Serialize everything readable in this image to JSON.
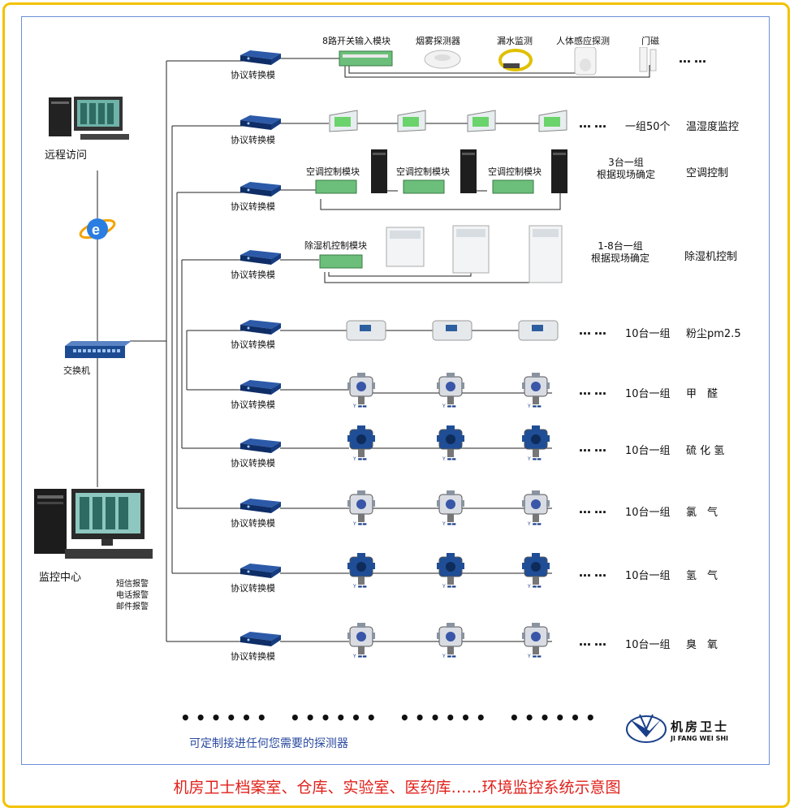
{
  "caption": "机房卫士档案室、仓库、实验室、医药库……环境监控系统示意图",
  "note": "可定制接进任何您需要的探测器",
  "brand": {
    "cn": "机房卫士",
    "en": "JI FANG WEI SHI"
  },
  "left": {
    "remote": "远程访问",
    "switch": "交换机",
    "center": "监控中心",
    "alarms": [
      "短信报警",
      "电话报警",
      "邮件报警"
    ]
  },
  "converter_label": "协议转换模",
  "ellipsis": "……",
  "rows": [
    {
      "id": "r1",
      "devices": [
        "8路开关输入模块",
        "烟雾探测器",
        "漏水监测",
        "人体感应探测",
        "门磁"
      ],
      "count": "",
      "type": ""
    },
    {
      "id": "r2",
      "count": "一组50个",
      "type": "温湿度监控"
    },
    {
      "id": "r3",
      "modules": [
        "空调控制模块",
        "空调控制模块",
        "空调控制模块"
      ],
      "count_lines": [
        "3台一组",
        "根据现场确定"
      ],
      "type": "空调控制"
    },
    {
      "id": "r4",
      "modules": [
        "除湿机控制模块"
      ],
      "count_lines": [
        "1-8台一组",
        "根据现场确定"
      ],
      "type": "除湿机控制"
    },
    {
      "id": "r5",
      "count": "10台一组",
      "type": "粉尘pm2.5"
    },
    {
      "id": "r6",
      "count": "10台一组",
      "type": "甲　醛"
    },
    {
      "id": "r7",
      "count": "10台一组",
      "type": "硫 化 氢"
    },
    {
      "id": "r8",
      "count": "10台一组",
      "type": "氯　气"
    },
    {
      "id": "r9",
      "count": "10台一组",
      "type": "氢　气"
    },
    {
      "id": "r10",
      "count": "10台一组",
      "type": "臭　氧"
    }
  ],
  "colors": {
    "caption": "#e0201a",
    "frame": "#f2c200",
    "note": "#2a4aa0",
    "converter": "#1a3f8a",
    "detector_blue": "#1f4e96"
  }
}
